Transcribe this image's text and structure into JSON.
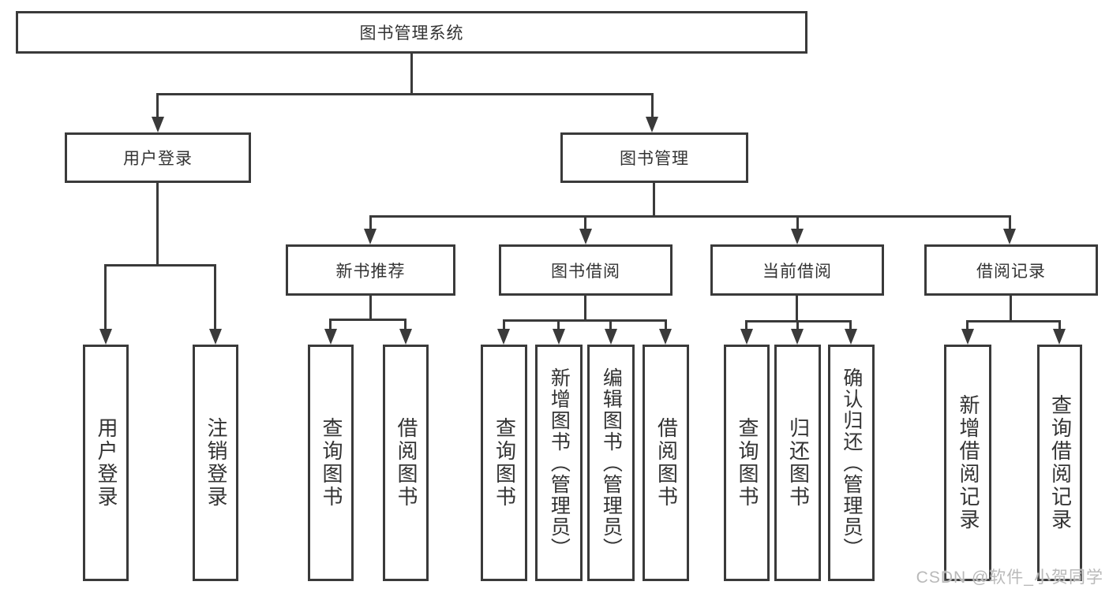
{
  "nodes": {
    "root": "图书管理系统",
    "user_login": "用户登录",
    "book_mgmt": "图书管理",
    "new_books": "新书推荐",
    "book_borrow": "图书借阅",
    "current_borrow": "当前借阅",
    "borrow_records": "借阅记录"
  },
  "leaves": {
    "user_login": [
      "用户登录",
      "注销登录"
    ],
    "new_books": [
      "查询图书",
      "借阅图书"
    ],
    "book_borrow": [
      "查询图书",
      "新增图书（管理员）",
      "编辑图书（管理员）",
      "借阅图书"
    ],
    "current_borrow": [
      "查询图书",
      "归还图书",
      "确认归还（管理员）"
    ],
    "borrow_records": [
      "新增借阅记录",
      "查询借阅记录"
    ]
  },
  "watermark": "CSDN @软件_小贺同学",
  "colors": {
    "line": "#3a3a3a",
    "text": "#333333",
    "watermark": "#b9b9b9",
    "background": "#ffffff"
  }
}
